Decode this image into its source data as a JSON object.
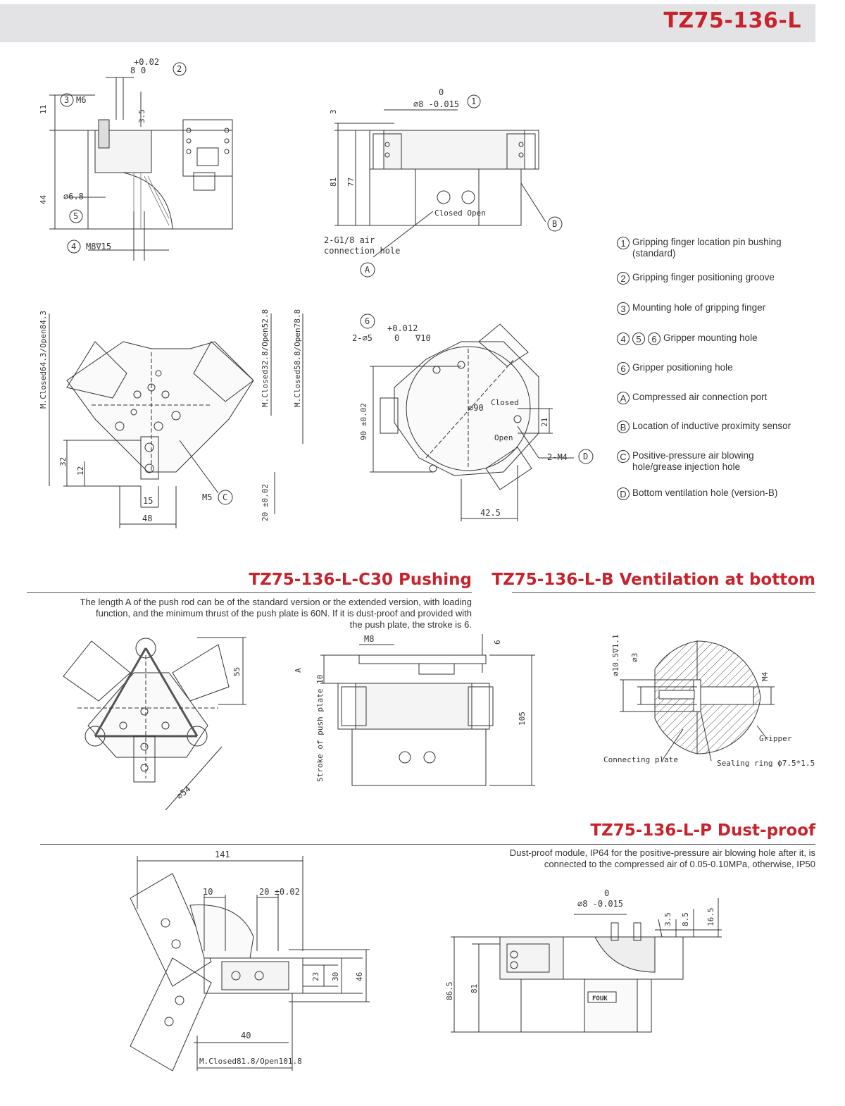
{
  "header": {
    "title": "TZ75-136-L"
  },
  "legend": [
    {
      "marks": [
        "1"
      ],
      "text_lines": [
        "Gripping finger location pin bushing",
        "(standard)"
      ]
    },
    {
      "marks": [
        "2"
      ],
      "text_lines": [
        "Gripping finger positioning groove"
      ]
    },
    {
      "marks": [
        "3"
      ],
      "text_lines": [
        "Mounting hole of gripping finger"
      ]
    },
    {
      "marks": [
        "4",
        "5",
        "6"
      ],
      "text_lines": [
        "Gripper mounting hole"
      ]
    },
    {
      "marks": [
        "6"
      ],
      "text_lines": [
        "Gripper positioning hole"
      ]
    },
    {
      "marks": [
        "A"
      ],
      "text_lines": [
        "Compressed air connection port"
      ]
    },
    {
      "marks": [
        "B"
      ],
      "text_lines": [
        "Location of inductive proximity sensor"
      ]
    },
    {
      "marks": [
        "C"
      ],
      "text_lines": [
        "Positive-pressure air blowing",
        "hole/grease injection hole"
      ]
    },
    {
      "marks": [
        "D"
      ],
      "text_lines": [
        "Bottom ventilation hole (version-B)"
      ]
    }
  ],
  "sections": {
    "pushing": {
      "title": "TZ75-136-L-C30 Pushing",
      "desc_lines": [
        "The length A of the push rod can be of the standard version or the extended version, with loading",
        "function, and the minimum thrust of the push plate is 60N. If it is dust-proof and provided with",
        "the push plate, the stroke is 6."
      ]
    },
    "ventilation": {
      "title": "TZ75-136-L-B Ventilation at bottom"
    },
    "dustproof": {
      "title": "TZ75-136-L-P Dust-proof",
      "desc_lines": [
        "Dust-proof module, IP64 for the positive-pressure air blowing hole after it, is",
        "connected to the compressed air of 0.05-0.10MPa, otherwise, IP50"
      ]
    }
  },
  "drawing_labels": {
    "front_left": {
      "tol_top": "+0.02",
      "tol_bottom": "0",
      "dim_8": "8",
      "callout_2": "2",
      "callout_3": "3",
      "m6": "M6",
      "dim_11": "11",
      "dim_3_5": "3.5",
      "dim_44": "44",
      "phi68": "∅6.8",
      "callout_5": "5",
      "callout_4": "4",
      "m8": "M8∇15"
    },
    "front_mid": {
      "tol_top": "0",
      "phi8": "∅8 -0.015",
      "callout_1": "1",
      "dim_3": "3",
      "dim_81": "81",
      "dim_77": "77",
      "closed_open": "Closed Open",
      "callout_b": "B",
      "air_hole_1": "2-G1/8 air",
      "air_hole_2": "connection hole",
      "callout_a": "A"
    },
    "top_left": {
      "m_closed_64": "M.Closed64.3/Open84.3",
      "m_closed_32": "M.Closed32.8/Open52.8",
      "m_closed_58": "M.Closed58.8/Open78.8",
      "dim_32": "32",
      "dim_12": "12",
      "dim_15": "15",
      "dim_48": "48",
      "m5": "M5",
      "callout_c": "C",
      "dim_20": "20 ±0.02"
    },
    "bottom_view": {
      "callout_6": "6",
      "tol": "+0.012",
      "tol0": "0",
      "holes": "2-∅5",
      "depth": "∇10",
      "dim_90": "90 ±0.02",
      "phi90": "∅90",
      "closed": "Closed",
      "open": "Open",
      "dim_21": "21",
      "m4": "2-M4",
      "callout_d": "D",
      "dim_42_5": "42.5"
    },
    "pushing": {
      "dim_55": "55",
      "phi54": "∅54",
      "m8": "M8",
      "dim_6": "6",
      "label_a": "A",
      "stroke": "Stroke of push plate 10",
      "dim_105": "105"
    },
    "ventilation": {
      "phi10": "∅10.5∇1.1",
      "phi3": "∅3",
      "m4": "M4",
      "gripper": "Gripper",
      "connecting_plate": "Connecting plate",
      "sealing": "Sealing ring ϕ7.5*1.5"
    },
    "dustproof_top": {
      "dim_141": "141",
      "dim_10": "10",
      "dim_20": "20 ±0.02",
      "dim_23": "23",
      "dim_30": "30",
      "dim_46": "46",
      "dim_40": "40",
      "m_closed": "M.Closed81.8/Open101.8"
    },
    "dustproof_side": {
      "tol0": "0",
      "phi8": "∅8 -0.015",
      "dim_3_5": "3.5",
      "dim_8_5": "8.5",
      "dim_16_5": "16.5",
      "dim_86_5": "86.5",
      "dim_81": "81",
      "logo": "FOUK"
    }
  }
}
